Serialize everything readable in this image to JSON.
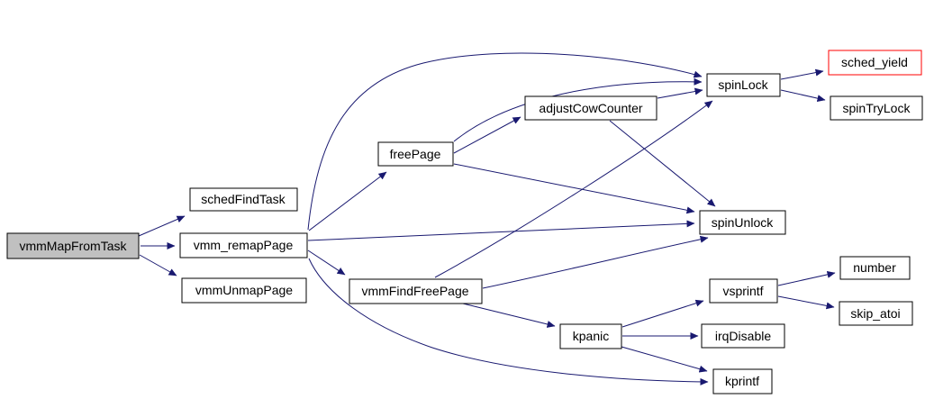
{
  "diagram": {
    "type": "call-graph",
    "root_function": "vmmMapFromTask",
    "colors": {
      "edge": "#191970",
      "node_border": "#000000",
      "node_fill": "#ffffff",
      "focused_node_fill": "#c0c0c0",
      "external_node_border": "#ff0000",
      "background": "#ffffff",
      "text": "#000000"
    },
    "nodes": [
      {
        "id": "vmmMapFromTask",
        "label": "vmmMapFromTask",
        "style": "focused"
      },
      {
        "id": "schedFindTask",
        "label": "schedFindTask",
        "style": "normal"
      },
      {
        "id": "vmm_remapPage",
        "label": "vmm_remapPage",
        "style": "normal"
      },
      {
        "id": "vmmUnmapPage",
        "label": "vmmUnmapPage",
        "style": "normal"
      },
      {
        "id": "freePage",
        "label": "freePage",
        "style": "normal"
      },
      {
        "id": "adjustCowCounter",
        "label": "adjustCowCounter",
        "style": "normal"
      },
      {
        "id": "spinLock",
        "label": "spinLock",
        "style": "normal"
      },
      {
        "id": "sched_yield",
        "label": "sched_yield",
        "style": "external"
      },
      {
        "id": "spinTryLock",
        "label": "spinTryLock",
        "style": "normal"
      },
      {
        "id": "spinUnlock",
        "label": "spinUnlock",
        "style": "normal"
      },
      {
        "id": "vmmFindFreePage",
        "label": "vmmFindFreePage",
        "style": "normal"
      },
      {
        "id": "vsprintf",
        "label": "vsprintf",
        "style": "normal"
      },
      {
        "id": "number",
        "label": "number",
        "style": "normal"
      },
      {
        "id": "skip_atoi",
        "label": "skip_atoi",
        "style": "normal"
      },
      {
        "id": "kpanic",
        "label": "kpanic",
        "style": "normal"
      },
      {
        "id": "irqDisable",
        "label": "irqDisable",
        "style": "normal"
      },
      {
        "id": "kprintf",
        "label": "kprintf",
        "style": "normal"
      }
    ],
    "edges": [
      {
        "from": "vmmMapFromTask",
        "to": "schedFindTask"
      },
      {
        "from": "vmmMapFromTask",
        "to": "vmm_remapPage"
      },
      {
        "from": "vmmMapFromTask",
        "to": "vmmUnmapPage"
      },
      {
        "from": "vmm_remapPage",
        "to": "freePage"
      },
      {
        "from": "vmm_remapPage",
        "to": "spinLock"
      },
      {
        "from": "vmm_remapPage",
        "to": "spinUnlock"
      },
      {
        "from": "vmm_remapPage",
        "to": "vmmFindFreePage"
      },
      {
        "from": "vmm_remapPage",
        "to": "kprintf"
      },
      {
        "from": "freePage",
        "to": "adjustCowCounter"
      },
      {
        "from": "freePage",
        "to": "spinLock"
      },
      {
        "from": "freePage",
        "to": "spinUnlock"
      },
      {
        "from": "adjustCowCounter",
        "to": "spinLock"
      },
      {
        "from": "adjustCowCounter",
        "to": "spinUnlock"
      },
      {
        "from": "vmmFindFreePage",
        "to": "spinLock"
      },
      {
        "from": "vmmFindFreePage",
        "to": "spinUnlock"
      },
      {
        "from": "vmmFindFreePage",
        "to": "kpanic"
      },
      {
        "from": "spinLock",
        "to": "sched_yield"
      },
      {
        "from": "spinLock",
        "to": "spinTryLock"
      },
      {
        "from": "kpanic",
        "to": "vsprintf"
      },
      {
        "from": "kpanic",
        "to": "irqDisable"
      },
      {
        "from": "kpanic",
        "to": "kprintf"
      },
      {
        "from": "vsprintf",
        "to": "number"
      },
      {
        "from": "vsprintf",
        "to": "skip_atoi"
      }
    ]
  }
}
